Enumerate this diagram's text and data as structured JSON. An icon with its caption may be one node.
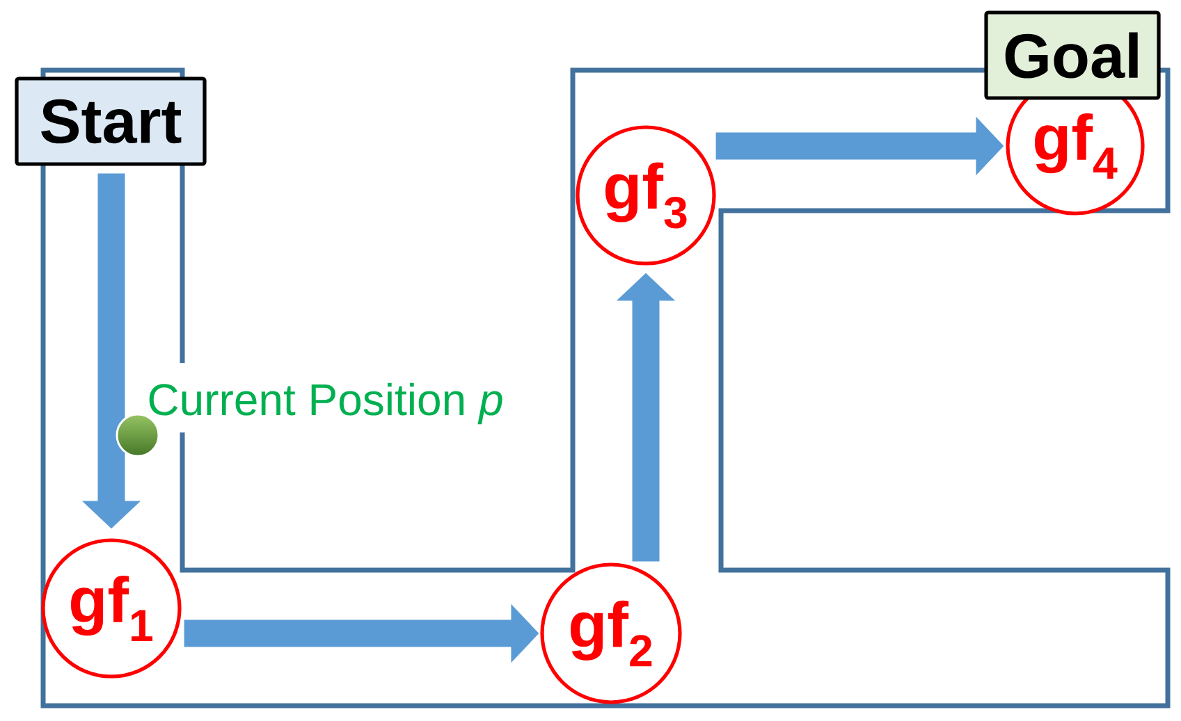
{
  "diagram": {
    "nodes": [
      {
        "text": [
          "Start"
        ]
      },
      {
        "text": [
          "gf$_{1}$"
        ]
      },
      {
        "text": [
          "gf$_{2}$"
        ]
      },
      {
        "text": [
          "gf$_{3}$"
        ]
      },
      {
        "text": [
          "gf$_{4}$"
        ]
      },
      {
        "text": [
          "Goal"
        ]
      }
    ],
    "edges": [
      {
        "from": 0,
        "to": 1,
        "arrow": "to"
      },
      {
        "from": 1,
        "to": 2,
        "arrow": "to"
      },
      {
        "from": 2,
        "to": 3,
        "arrow": "to"
      },
      {
        "from": 3,
        "to": 4,
        "arrow": "to"
      }
    ],
    "labels": [
      "Current Position *p*"
    ]
  }
}
